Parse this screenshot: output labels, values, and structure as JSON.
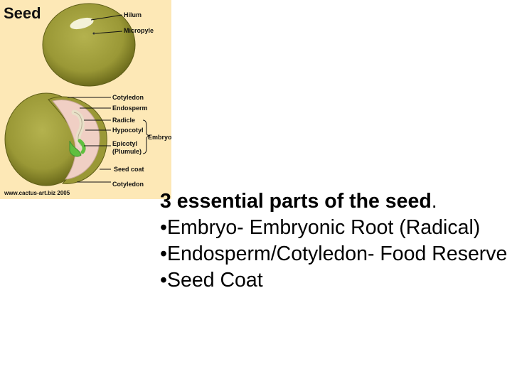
{
  "figure": {
    "title": "Seed",
    "credit": "www.cactus-art.biz 2005",
    "labels": {
      "hilum": "Hilum",
      "micropyle": "Micropyle",
      "cotyledon_top": "Cotyledon",
      "endosperm": "Endosperm",
      "radicle": "Radicle",
      "hypocotyl": "Hypocotyl",
      "epicotyl": "Epicotyl",
      "plumule": "(Plumule)",
      "seed_coat": "Seed coat",
      "cotyledon_bottom": "Cotyledon",
      "embryo": "Embryo"
    },
    "colors": {
      "background": "#fde8b6",
      "seed_green": "#9c9a3c",
      "seed_dark": "#6f6f1e",
      "endosperm_pink": "#f0cfc4",
      "plumule_green": "#5fbf3f"
    }
  },
  "text": {
    "title": "3 essential parts of the seed",
    "title_punct": ".",
    "bullets": [
      "•Embryo-  Embryonic Root (Radical)",
      "•Endosperm/Cotyledon- Food Reserve",
      "•Seed Coat"
    ]
  }
}
